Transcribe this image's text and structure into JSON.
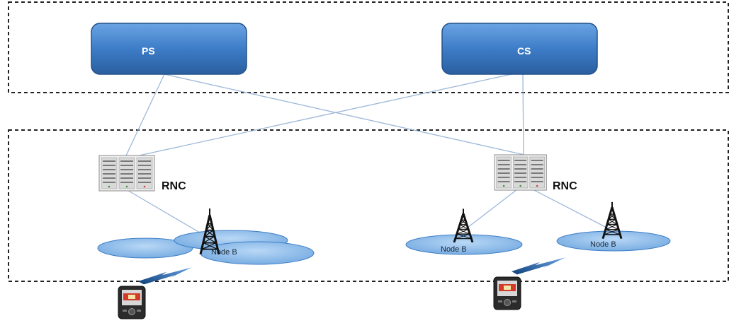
{
  "core": {
    "ps_label": "PS",
    "cs_label": "CS"
  },
  "rnc": [
    {
      "label": "RNC"
    },
    {
      "label": "RNC"
    }
  ],
  "node_b": [
    {
      "label": "Node B"
    },
    {
      "label": "Node B"
    },
    {
      "label": "Node B"
    }
  ],
  "colors": {
    "core_box": "#3f7fc8",
    "link_line": "#9db8d9",
    "cell_fill": "#7fb2e6",
    "lightning": "#2a6fc4"
  },
  "icons": [
    "server-rack-icon",
    "antenna-tower-icon",
    "mobile-phone-icon",
    "lightning-link-icon"
  ]
}
